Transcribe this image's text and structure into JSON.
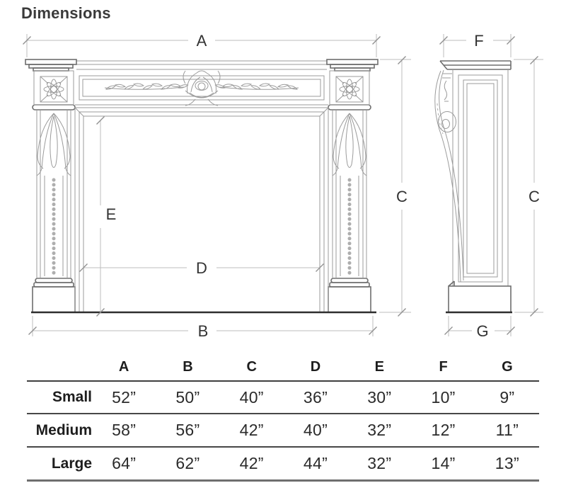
{
  "page": {
    "title": "Dimensions",
    "background": "#ffffff"
  },
  "diagram": {
    "front_view": {
      "labels": {
        "a": "A",
        "b": "B",
        "c": "C",
        "d": "D",
        "e": "E"
      }
    },
    "side_view": {
      "labels": {
        "f": "F",
        "c": "C",
        "g": "G"
      }
    },
    "colors": {
      "line": "#9b9b9b",
      "heavy_line": "#6e6e6e",
      "dimension_line": "#bdbdbd",
      "label_text": "#333333",
      "floor_line": "#2e2e2e"
    }
  },
  "size_table": {
    "columns": [
      "A",
      "B",
      "C",
      "D",
      "E",
      "F",
      "G"
    ],
    "rows": [
      {
        "label": "Small",
        "values": [
          "52”",
          "50”",
          "40”",
          "36”",
          "30”",
          "10”",
          "9”"
        ]
      },
      {
        "label": "Medium",
        "values": [
          "58”",
          "56”",
          "42”",
          "40”",
          "32”",
          "12”",
          "11”"
        ]
      },
      {
        "label": "Large",
        "values": [
          "64”",
          "62”",
          "42”",
          "44”",
          "32”",
          "14”",
          "13”"
        ]
      }
    ]
  }
}
